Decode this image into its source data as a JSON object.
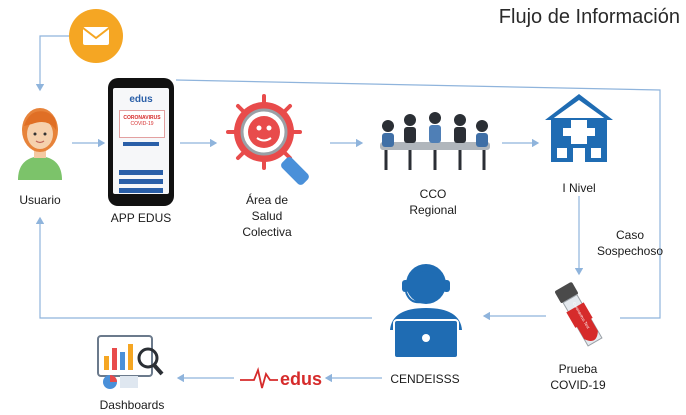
{
  "title": "Flujo de Información",
  "nodes": {
    "usuario": "Usuario",
    "app": "APP EDUS",
    "area": [
      "Área de",
      "Salud",
      "Colectiva"
    ],
    "cco": [
      "CCO",
      "Regional"
    ],
    "inivel": "I Nivel",
    "caso": [
      "Caso",
      "Sospechoso"
    ],
    "prueba": [
      "Prueba",
      "COVID-19"
    ],
    "cendeisss": "CENDEISSS",
    "dashboards": "Dashboards"
  },
  "phone": {
    "brand": "edus",
    "banner": "CORONAVIRUS",
    "banner_sub": "COVID-19"
  },
  "edus_logo": "edus",
  "tube_label": "Coronavirus Test",
  "colors": {
    "arrow": "#8fb4dc",
    "edus_blue": "#2a5fa8",
    "edus_red": "#d62b2b",
    "hospital_blue": "#1f6cb3",
    "virus_red": "#e84b4b",
    "operator_blue": "#1f6cb3",
    "envelope_orange": "#f5a623"
  }
}
